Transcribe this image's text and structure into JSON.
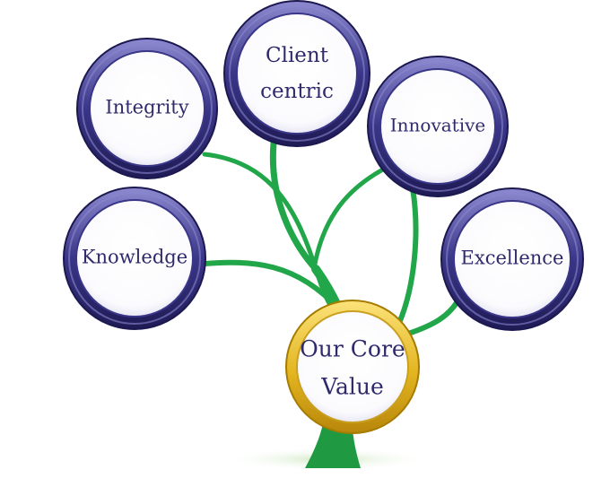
{
  "diagram": {
    "center": {
      "label_line1": "Our Core",
      "label_line2": "Value"
    },
    "values": [
      {
        "key": "integrity",
        "label_line1": "Integrity",
        "label_line2": ""
      },
      {
        "key": "client-centric",
        "label_line1": "Client",
        "label_line2": "centric"
      },
      {
        "key": "innovative",
        "label_line1": "Innovative",
        "label_line2": ""
      },
      {
        "key": "knowledge",
        "label_line1": "Knowledge",
        "label_line2": ""
      },
      {
        "key": "excellence",
        "label_line1": "Excellence",
        "label_line2": ""
      }
    ]
  },
  "colors": {
    "ring_dark": "#2b2768",
    "ring_mid": "#4a4699",
    "ring_light": "#7f7cc4",
    "center_ring_dark": "#c99a0a",
    "center_ring_light": "#f3d24a",
    "branch": "#22a64a",
    "trunk": "#1e9a42",
    "shadow": "#dff0d6",
    "text": "#2f2a6b"
  }
}
